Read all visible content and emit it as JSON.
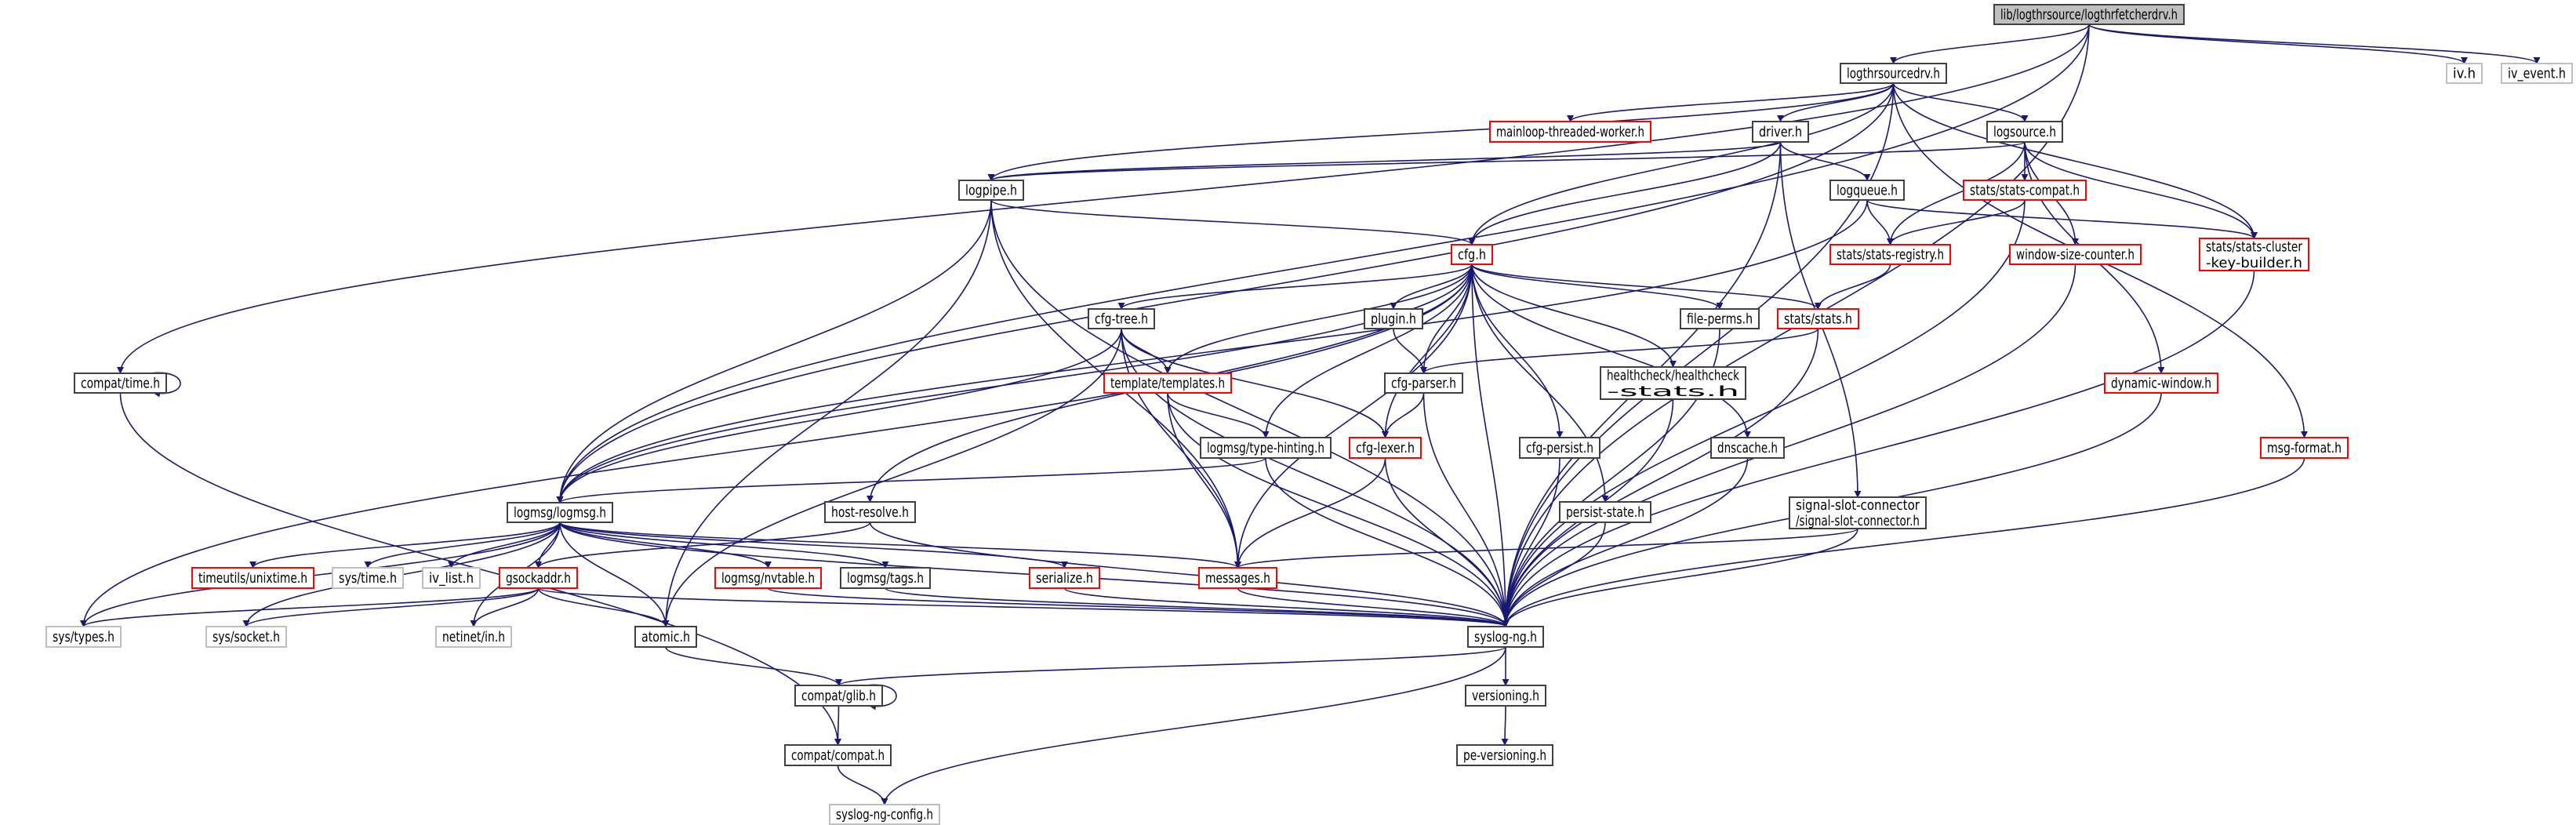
{
  "graph": {
    "colors": {
      "edge": "#191970",
      "root_fill": "#bfbfbf",
      "documented_border": "#404040",
      "truncated_border": "#ff0000",
      "external_border": "#bfbfbf"
    },
    "nodes": [
      {
        "id": "root",
        "lines": [
          "lib/logthrsource/logthrfetcherdrv.h"
        ],
        "style": "root"
      },
      {
        "id": "logthrsourcedrv",
        "lines": [
          "logthrsourcedrv.h"
        ],
        "style": "documented"
      },
      {
        "id": "iv",
        "lines": [
          "iv.h"
        ],
        "style": "external"
      },
      {
        "id": "iv_event",
        "lines": [
          "iv_event.h"
        ],
        "style": "external"
      },
      {
        "id": "mainloop",
        "lines": [
          "mainloop-threaded-worker.h"
        ],
        "style": "truncated"
      },
      {
        "id": "driver",
        "lines": [
          "driver.h"
        ],
        "style": "documented"
      },
      {
        "id": "logsource",
        "lines": [
          "logsource.h"
        ],
        "style": "documented"
      },
      {
        "id": "logpipe",
        "lines": [
          "logpipe.h"
        ],
        "style": "documented"
      },
      {
        "id": "logqueue",
        "lines": [
          "logqueue.h"
        ],
        "style": "documented"
      },
      {
        "id": "stats_compat",
        "lines": [
          "stats/stats-compat.h"
        ],
        "style": "truncated"
      },
      {
        "id": "cfg",
        "lines": [
          "cfg.h"
        ],
        "style": "truncated"
      },
      {
        "id": "stats_registry",
        "lines": [
          "stats/stats-registry.h"
        ],
        "style": "truncated"
      },
      {
        "id": "window_size_counter",
        "lines": [
          "window-size-counter.h"
        ],
        "style": "truncated"
      },
      {
        "id": "cluster_key_builder",
        "lines": [
          "stats/stats-cluster",
          "-key-builder.h"
        ],
        "style": "truncated"
      },
      {
        "id": "compat_time",
        "lines": [
          "compat/time.h"
        ],
        "style": "documented"
      },
      {
        "id": "cfg_tree",
        "lines": [
          "cfg-tree.h"
        ],
        "style": "documented"
      },
      {
        "id": "plugin",
        "lines": [
          "plugin.h"
        ],
        "style": "documented"
      },
      {
        "id": "file_perms",
        "lines": [
          "file-perms.h"
        ],
        "style": "documented"
      },
      {
        "id": "stats",
        "lines": [
          "stats/stats.h"
        ],
        "style": "truncated"
      },
      {
        "id": "templates",
        "lines": [
          "template/templates.h"
        ],
        "style": "truncated"
      },
      {
        "id": "cfg_parser",
        "lines": [
          "cfg-parser.h"
        ],
        "style": "documented"
      },
      {
        "id": "healthcheck",
        "lines": [
          "healthcheck/healthcheck",
          "-stats.h"
        ],
        "style": "documented"
      },
      {
        "id": "dynamic_window",
        "lines": [
          "dynamic-window.h"
        ],
        "style": "truncated"
      },
      {
        "id": "msg_format",
        "lines": [
          "msg-format.h"
        ],
        "style": "truncated"
      },
      {
        "id": "type_hinting",
        "lines": [
          "logmsg/type-hinting.h"
        ],
        "style": "documented"
      },
      {
        "id": "cfg_lexer",
        "lines": [
          "cfg-lexer.h"
        ],
        "style": "truncated"
      },
      {
        "id": "cfg_persist",
        "lines": [
          "cfg-persist.h"
        ],
        "style": "documented"
      },
      {
        "id": "dnscache",
        "lines": [
          "dnscache.h"
        ],
        "style": "documented"
      },
      {
        "id": "host_resolve",
        "lines": [
          "host-resolve.h"
        ],
        "style": "documented"
      },
      {
        "id": "persist_state",
        "lines": [
          "persist-state.h"
        ],
        "style": "documented"
      },
      {
        "id": "signal_slot",
        "lines": [
          "signal-slot-connector",
          "/signal-slot-connector.h"
        ],
        "style": "documented"
      },
      {
        "id": "logmsg",
        "lines": [
          "logmsg/logmsg.h"
        ],
        "style": "documented"
      },
      {
        "id": "unixtime",
        "lines": [
          "timeutils/unixtime.h"
        ],
        "style": "truncated"
      },
      {
        "id": "sys_time",
        "lines": [
          "sys/time.h"
        ],
        "style": "external"
      },
      {
        "id": "iv_list",
        "lines": [
          "iv_list.h"
        ],
        "style": "external"
      },
      {
        "id": "gsockaddr",
        "lines": [
          "gsockaddr.h"
        ],
        "style": "truncated"
      },
      {
        "id": "nvtable",
        "lines": [
          "logmsg/nvtable.h"
        ],
        "style": "truncated"
      },
      {
        "id": "tags",
        "lines": [
          "logmsg/tags.h"
        ],
        "style": "documented"
      },
      {
        "id": "serialize",
        "lines": [
          "serialize.h"
        ],
        "style": "truncated"
      },
      {
        "id": "messages",
        "lines": [
          "messages.h"
        ],
        "style": "truncated"
      },
      {
        "id": "syslog_ng",
        "lines": [
          "syslog-ng.h"
        ],
        "style": "documented"
      },
      {
        "id": "sys_types",
        "lines": [
          "sys/types.h"
        ],
        "style": "external"
      },
      {
        "id": "sys_socket",
        "lines": [
          "sys/socket.h"
        ],
        "style": "external"
      },
      {
        "id": "netinet_in",
        "lines": [
          "netinet/in.h"
        ],
        "style": "external"
      },
      {
        "id": "atomic",
        "lines": [
          "atomic.h"
        ],
        "style": "documented"
      },
      {
        "id": "compat_glib",
        "lines": [
          "compat/glib.h"
        ],
        "style": "documented"
      },
      {
        "id": "versioning",
        "lines": [
          "versioning.h"
        ],
        "style": "documented"
      },
      {
        "id": "compat_compat",
        "lines": [
          "compat/compat.h"
        ],
        "style": "documented"
      },
      {
        "id": "pe_versioning",
        "lines": [
          "pe-versioning.h"
        ],
        "style": "documented"
      },
      {
        "id": "syslog_ng_config",
        "lines": [
          "syslog-ng-config.h"
        ],
        "style": "external"
      }
    ],
    "edges": [
      [
        "root",
        "logthrsourcedrv"
      ],
      [
        "root",
        "iv"
      ],
      [
        "root",
        "iv_event"
      ],
      [
        "root",
        "syslog_ng"
      ],
      [
        "root",
        "compat_time"
      ],
      [
        "root",
        "logmsg"
      ],
      [
        "logthrsourcedrv",
        "logmsg"
      ],
      [
        "logthrsourcedrv",
        "logpipe"
      ],
      [
        "logthrsourcedrv",
        "mainloop"
      ],
      [
        "logthrsourcedrv",
        "cfg"
      ],
      [
        "logthrsourcedrv",
        "driver"
      ],
      [
        "logthrsourcedrv",
        "logsource"
      ],
      [
        "logthrsourcedrv",
        "cluster_key_builder"
      ],
      [
        "logthrsourcedrv",
        "msg_format"
      ],
      [
        "logthrsourcedrv",
        "syslog_ng"
      ],
      [
        "driver",
        "logpipe"
      ],
      [
        "driver",
        "cfg"
      ],
      [
        "driver",
        "logqueue"
      ],
      [
        "driver",
        "signal_slot"
      ],
      [
        "driver",
        "syslog_ng"
      ],
      [
        "logsource",
        "logpipe"
      ],
      [
        "logsource",
        "stats_registry"
      ],
      [
        "logsource",
        "stats_compat"
      ],
      [
        "logsource",
        "window_size_counter"
      ],
      [
        "logsource",
        "dynamic_window"
      ],
      [
        "logsource",
        "cluster_key_builder"
      ],
      [
        "logqueue",
        "logmsg"
      ],
      [
        "logqueue",
        "stats_registry"
      ],
      [
        "logqueue",
        "cluster_key_builder"
      ],
      [
        "stats_compat",
        "stats_registry"
      ],
      [
        "stats_compat",
        "syslog_ng"
      ],
      [
        "stats_registry",
        "stats"
      ],
      [
        "window_size_counter",
        "syslog_ng"
      ],
      [
        "cluster_key_builder",
        "syslog_ng"
      ],
      [
        "dynamic_window",
        "syslog_ng"
      ],
      [
        "msg_format",
        "syslog_ng"
      ],
      [
        "logpipe",
        "cfg"
      ],
      [
        "logpipe",
        "logmsg"
      ],
      [
        "logpipe",
        "atomic"
      ],
      [
        "logpipe",
        "messages"
      ],
      [
        "logpipe",
        "syslog_ng"
      ],
      [
        "cfg",
        "cfg_tree"
      ],
      [
        "cfg",
        "plugin"
      ],
      [
        "cfg",
        "file_perms"
      ],
      [
        "cfg",
        "stats"
      ],
      [
        "cfg",
        "templates"
      ],
      [
        "cfg",
        "cfg_parser"
      ],
      [
        "cfg",
        "cfg_lexer"
      ],
      [
        "cfg",
        "type_hinting"
      ],
      [
        "cfg",
        "cfg_persist"
      ],
      [
        "cfg",
        "healthcheck"
      ],
      [
        "cfg",
        "dnscache"
      ],
      [
        "cfg",
        "persist_state"
      ],
      [
        "cfg",
        "syslog_ng"
      ],
      [
        "cfg",
        "messages"
      ],
      [
        "cfg",
        "host_resolve"
      ],
      [
        "cfg",
        "sys_types"
      ],
      [
        "cfg",
        "logmsg"
      ],
      [
        "cfg_tree",
        "templates"
      ],
      [
        "cfg_tree",
        "cfg_lexer"
      ],
      [
        "cfg_tree",
        "messages"
      ],
      [
        "cfg_tree",
        "syslog_ng"
      ],
      [
        "cfg_tree",
        "atomic"
      ],
      [
        "cfg_tree",
        "logmsg"
      ],
      [
        "plugin",
        "cfg_parser"
      ],
      [
        "file_perms",
        "syslog_ng"
      ],
      [
        "stats",
        "cfg_parser"
      ],
      [
        "stats",
        "syslog_ng"
      ],
      [
        "templates",
        "type_hinting"
      ],
      [
        "templates",
        "syslog_ng"
      ],
      [
        "templates",
        "messages"
      ],
      [
        "cfg_parser",
        "cfg_lexer"
      ],
      [
        "cfg_parser",
        "syslog_ng"
      ],
      [
        "healthcheck",
        "syslog_ng"
      ],
      [
        "cfg_lexer",
        "messages"
      ],
      [
        "cfg_lexer",
        "syslog_ng"
      ],
      [
        "type_hinting",
        "logmsg"
      ],
      [
        "type_hinting",
        "syslog_ng"
      ],
      [
        "cfg_persist",
        "syslog_ng"
      ],
      [
        "dnscache",
        "syslog_ng"
      ],
      [
        "persist_state",
        "syslog_ng"
      ],
      [
        "signal_slot",
        "messages"
      ],
      [
        "signal_slot",
        "syslog_ng"
      ],
      [
        "host_resolve",
        "gsockaddr"
      ],
      [
        "host_resolve",
        "syslog_ng"
      ],
      [
        "logmsg",
        "unixtime"
      ],
      [
        "logmsg",
        "sys_time"
      ],
      [
        "logmsg",
        "iv_list"
      ],
      [
        "logmsg",
        "gsockaddr"
      ],
      [
        "logmsg",
        "atomic"
      ],
      [
        "logmsg",
        "nvtable"
      ],
      [
        "logmsg",
        "tags"
      ],
      [
        "logmsg",
        "serialize"
      ],
      [
        "logmsg",
        "messages"
      ],
      [
        "logmsg",
        "syslog_ng"
      ],
      [
        "logmsg",
        "sys_types"
      ],
      [
        "logmsg",
        "sys_socket"
      ],
      [
        "logmsg",
        "netinet_in"
      ],
      [
        "gsockaddr",
        "sys_types"
      ],
      [
        "gsockaddr",
        "sys_socket"
      ],
      [
        "gsockaddr",
        "netinet_in"
      ],
      [
        "gsockaddr",
        "atomic"
      ],
      [
        "gsockaddr",
        "syslog_ng"
      ],
      [
        "nvtable",
        "syslog_ng"
      ],
      [
        "tags",
        "syslog_ng"
      ],
      [
        "serialize",
        "syslog_ng"
      ],
      [
        "messages",
        "syslog_ng"
      ],
      [
        "atomic",
        "compat_glib"
      ],
      [
        "syslog_ng",
        "compat_glib"
      ],
      [
        "syslog_ng",
        "versioning"
      ],
      [
        "syslog_ng",
        "syslog_ng_config"
      ],
      [
        "compat_glib",
        "compat_glib"
      ],
      [
        "compat_glib",
        "compat_compat"
      ],
      [
        "compat_time",
        "compat_time"
      ],
      [
        "compat_time",
        "compat_compat"
      ],
      [
        "compat_compat",
        "syslog_ng_config"
      ],
      [
        "versioning",
        "pe_versioning"
      ]
    ]
  }
}
